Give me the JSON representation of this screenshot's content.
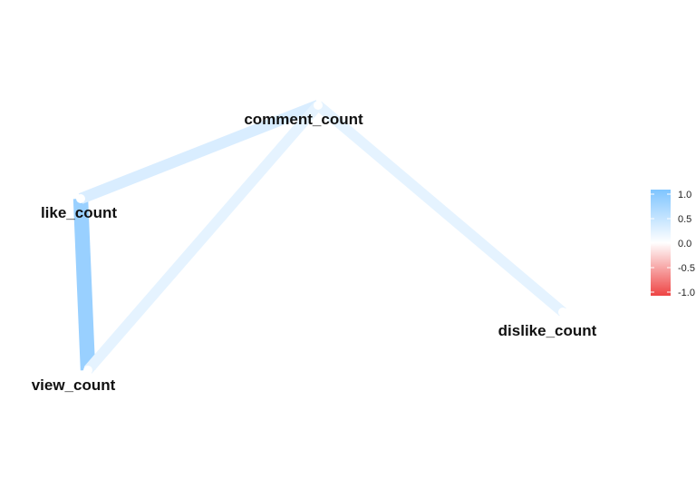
{
  "chart_data": {
    "type": "network",
    "nodes": [
      {
        "id": "comment_count",
        "label": "comment_count"
      },
      {
        "id": "like_count",
        "label": "like_count"
      },
      {
        "id": "view_count",
        "label": "view_count"
      },
      {
        "id": "dislike_count",
        "label": "dislike_count"
      }
    ],
    "edges": [
      {
        "source": "like_count",
        "target": "view_count",
        "correlation": 0.8
      },
      {
        "source": "like_count",
        "target": "comment_count",
        "correlation": 0.3
      },
      {
        "source": "view_count",
        "target": "comment_count",
        "correlation": 0.2
      },
      {
        "source": "comment_count",
        "target": "dislike_count",
        "correlation": 0.2
      }
    ],
    "legend": {
      "position": "right",
      "colors": {
        "positive": "#7fc4ff",
        "zero": "#ffffff",
        "negative": "#ee4444"
      },
      "ticks": [
        "1.0",
        "0.5",
        "0.0",
        "-0.5",
        "-1.0"
      ],
      "range": [
        -1,
        1
      ]
    }
  }
}
